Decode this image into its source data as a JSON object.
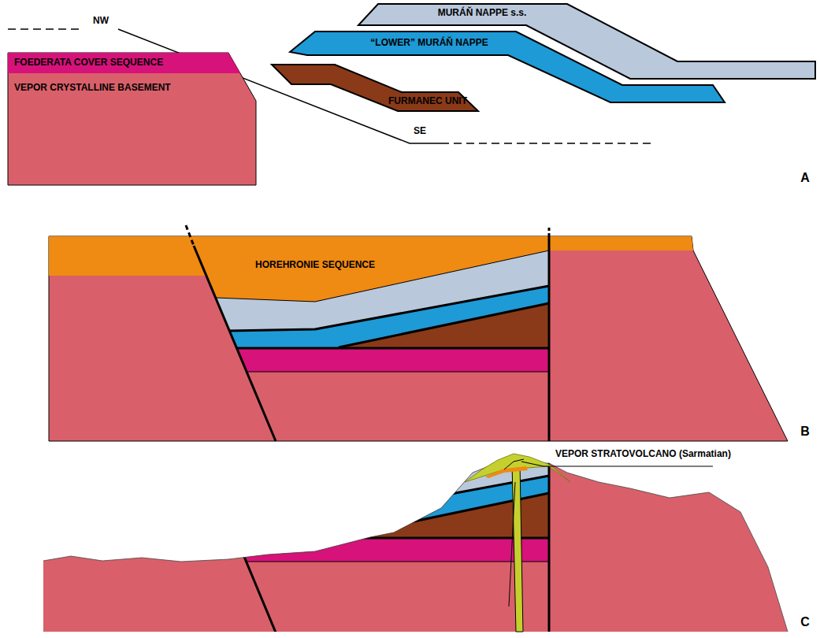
{
  "diagram": {
    "labels": [
      "MURÁŇ NAPPE s.s.",
      "NW",
      "“LOWER” MURÁŇ NAPPE",
      "FOEDERATA COVER SEQUENCE",
      "VEPOR CRYSTALLINE BASEMENT",
      "FURMANEC UNIT",
      "SE",
      "A",
      "HOREHRONIE SEQUENCE",
      "B",
      "VEPOR STRATOVOLCANO (Sarmatian)",
      "C"
    ]
  }
}
